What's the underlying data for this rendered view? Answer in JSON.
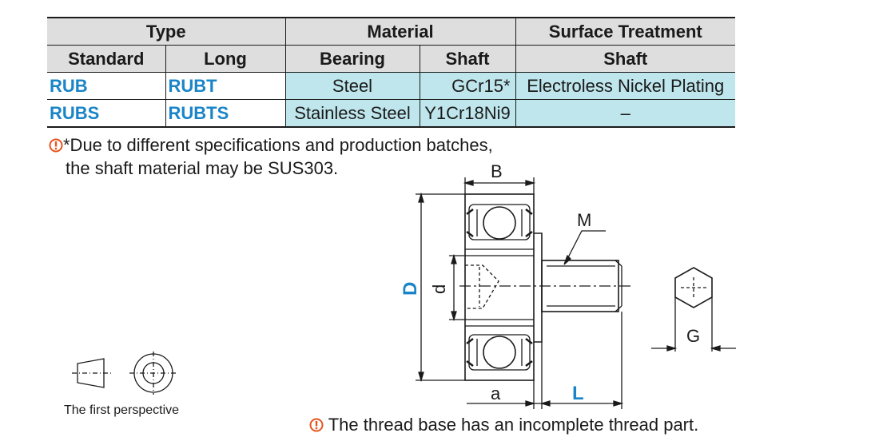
{
  "table": {
    "type_header": "Type",
    "material_header": "Material",
    "surface_header": "Surface Treatment",
    "standard_header": "Standard",
    "long_header": "Long",
    "bearing_header": "Bearing",
    "shaft_header": "Shaft",
    "surface_shaft_header": "Shaft",
    "rows": [
      {
        "standard": "RUB",
        "long": "RUBT",
        "bearing": "Steel",
        "shaft": "GCr15*",
        "surface": "Electroless Nickel Plating"
      },
      {
        "standard": "RUBS",
        "long": "RUBTS",
        "bearing": "Stainless Steel",
        "shaft": "Y1Cr18Ni9",
        "surface": "–"
      }
    ]
  },
  "notes": {
    "shaft_line1": "*Due to different specifications and production batches,",
    "shaft_line2": "the shaft material may be SUS303.",
    "thread": "The thread base has an incomplete thread part."
  },
  "drawing": {
    "label_B": "B",
    "label_M": "M",
    "label_D": "D",
    "label_d": "d",
    "label_a": "a",
    "label_L": "L",
    "label_G": "G",
    "perspective_caption": "The first perspective"
  },
  "colors": {
    "accent_blue": "#1a84c8",
    "header_gray": "#dedede",
    "teal_fill": "#bfe6ec",
    "warn_orange": "#e8541c"
  }
}
